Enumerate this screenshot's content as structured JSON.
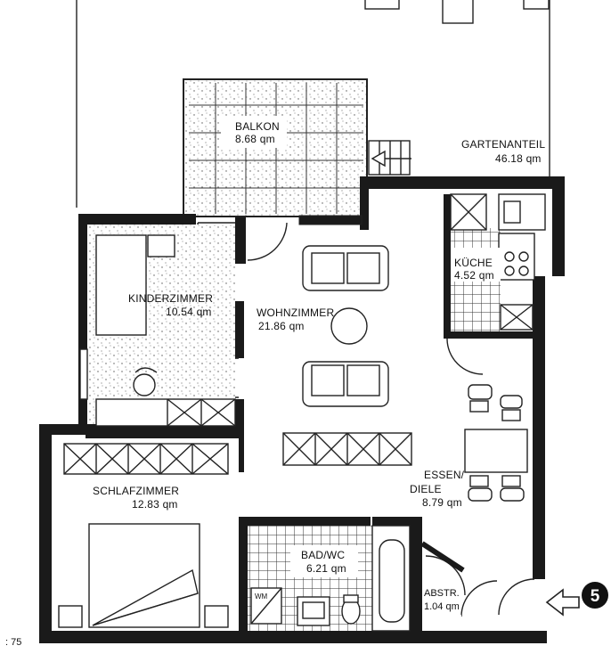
{
  "rooms": {
    "balkon": {
      "name": "BALKON",
      "area": "8.68 qm"
    },
    "gartenanteil": {
      "name": "GARTENANTEIL",
      "area": "46.18 qm"
    },
    "kueche": {
      "name": "KÜCHE",
      "area": "4.52 qm"
    },
    "kinderzimmer": {
      "name": "KINDERZIMMER",
      "area": "10.54 qm"
    },
    "wohnzimmer": {
      "name": "WOHNZIMMER",
      "area": "21.86 qm"
    },
    "schlafzimmer": {
      "name": "SCHLAFZIMMER",
      "area": "12.83 qm"
    },
    "essen_diele": {
      "name_line1": "ESSEN/",
      "name_line2": "DIELE",
      "area": "8.79 qm"
    },
    "bad_wc": {
      "name": "BAD/WC",
      "area": "6.21 qm"
    },
    "abstr": {
      "name": "ABSTR.",
      "area": "1.04 qm"
    }
  },
  "fixtures": {
    "wm_label": "WM"
  },
  "entrance": {
    "marker": "5"
  },
  "scale": {
    "text": ": 75"
  },
  "colors": {
    "wall": "#1a1a1a",
    "line": "#222222",
    "background": "#ffffff"
  }
}
